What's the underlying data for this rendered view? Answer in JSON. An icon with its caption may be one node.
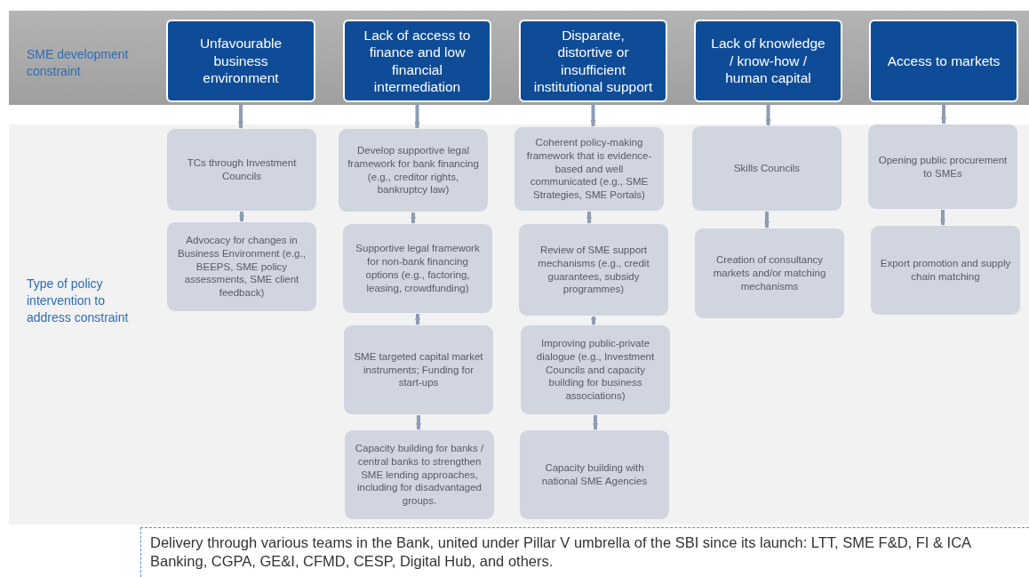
{
  "diagram": {
    "nodes": [
      {
        "text": [
          "Unfavourable business environment"
        ]
      },
      {
        "text": [
          "Lack of access to finance and low financial intermediation"
        ]
      },
      {
        "text": [
          "Disparate, distortive or insufficient institutional support"
        ]
      },
      {
        "text": [
          "Lack of knowledge / know-how / human capital"
        ]
      },
      {
        "text": [
          "Access to markets"
        ]
      },
      {
        "text": [
          "TCs through Investment Councils"
        ]
      },
      {
        "text": [
          "Advocacy for changes in Business Environment (e.g., BEEPS, SME policy assessments, SME client feedback)"
        ]
      },
      {
        "text": [
          "Develop supportive legal framework for bank financing (e.g., creditor rights, bankruptcy law)"
        ]
      },
      {
        "text": [
          "Supportive legal framework for non-bank financing options (e.g., factoring, leasing, crowdfunding)"
        ]
      },
      {
        "text": [
          "SME targeted capital market instruments; Funding for start-ups"
        ]
      },
      {
        "text": [
          "Capacity building for banks / central banks to strengthen SME lending approaches, including for disadvantaged groups."
        ]
      },
      {
        "text": [
          "Coherent policy-making framework that is evidence-based and well communicated (e.g., SME Strategies, SME Portals)"
        ]
      },
      {
        "text": [
          "Review of SME support mechanisms (e.g., credit guarantees, subsidy programmes)"
        ]
      },
      {
        "text": [
          "Improving public-private dialogue (e.g., Investment Councils and capacity building for business associations)"
        ]
      },
      {
        "text": [
          "Capacity building with national SME Agencies"
        ]
      },
      {
        "text": [
          "Skills Councils"
        ]
      },
      {
        "text": [
          "Creation of consultancy markets and/or matching mechanisms"
        ]
      },
      {
        "text": [
          "Opening public procurement to SMEs"
        ]
      },
      {
        "text": [
          "Export promotion and supply chain matching"
        ]
      },
      {
        "text": [
          "Delivery through various teams in the Bank, united under Pillar V umbrella of the SBI since its launch: LTT, SME F&D, FI & ICA Banking, CGPA, GE&I, CFMD, CESP, Digital Hub, and others."
        ]
      }
    ],
    "edges": [
      {
        "from": 0,
        "to": 5,
        "arrow": "to"
      },
      {
        "from": 5,
        "to": 6,
        "arrow": "to"
      },
      {
        "from": 1,
        "to": 7,
        "arrow": "to"
      },
      {
        "from": 7,
        "to": 8,
        "arrow": "to"
      },
      {
        "from": 8,
        "to": 9,
        "arrow": "to"
      },
      {
        "from": 9,
        "to": 10,
        "arrow": "to"
      },
      {
        "from": 2,
        "to": 11,
        "arrow": "to"
      },
      {
        "from": 11,
        "to": 12,
        "arrow": "to"
      },
      {
        "from": 12,
        "to": 13,
        "arrow": "to"
      },
      {
        "from": 13,
        "to": 14,
        "arrow": "to"
      },
      {
        "from": 3,
        "to": 15,
        "arrow": "to"
      },
      {
        "from": 15,
        "to": 16,
        "arrow": "to"
      },
      {
        "from": 4,
        "to": 17,
        "arrow": "to"
      },
      {
        "from": 17,
        "to": 18,
        "arrow": "to"
      }
    ],
    "labels": [
      "SME development constraint",
      "Type of policy intervention to address constraint"
    ]
  }
}
